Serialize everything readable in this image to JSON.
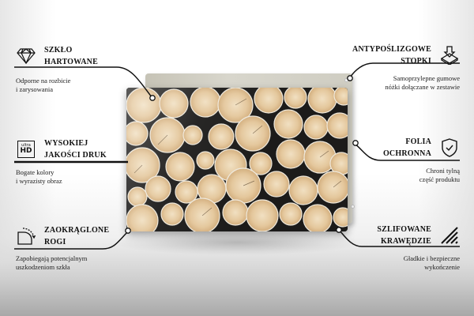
{
  "features": {
    "tempered_glass": {
      "title_line1": "SZKŁO",
      "title_line2": "HARTOWANE",
      "desc_line1": "Odporne na rozbicie",
      "desc_line2": "i zarysowania",
      "icon": "diamond-icon"
    },
    "hd_print": {
      "title_line1": "WYSOKIEJ",
      "title_line2": "JAKOŚCI DRUK",
      "desc_line1": "Bogate kolory",
      "desc_line2": "i wyrazisty obraz",
      "icon": "ultra-hd-icon",
      "icon_small_text": "ultra",
      "icon_big_text": "HD"
    },
    "rounded_corners": {
      "title_line1": "ZAOKRĄGLONE",
      "title_line2": "ROGI",
      "desc_line1": "Zapobiegają potencjalnym",
      "desc_line2": "uszkodzeniom szkła",
      "icon": "rounded-corner-icon"
    },
    "anti_slip_feet": {
      "title_line1": "ANTYPOŚLIZGOWE",
      "title_line2": "STOPKI",
      "desc_line1": "Samoprzylepne gumowe",
      "desc_line2": "nóżki dołączane w zestawie",
      "icon": "press-down-icon"
    },
    "protective_film": {
      "title_line1": "FOLIA",
      "title_line2": "OCHRONNA",
      "desc_line1": "Chroni tylną",
      "desc_line2": "część produktu",
      "icon": "shield-check-icon"
    },
    "polished_edges": {
      "title_line1": "SZLIFOWANE",
      "title_line2": "KRAWĘDZIE",
      "desc_line1": "Gładkie i bezpieczne",
      "desc_line2": "wykończenie",
      "icon": "hatched-edge-icon"
    }
  },
  "product": {
    "image": "wood-logs-print",
    "panel_color": "#d2d0c6",
    "background_color": "#1c1b1a",
    "log_color": "#e6cfa7"
  },
  "colors": {
    "text": "#111111",
    "line": "#111111"
  }
}
